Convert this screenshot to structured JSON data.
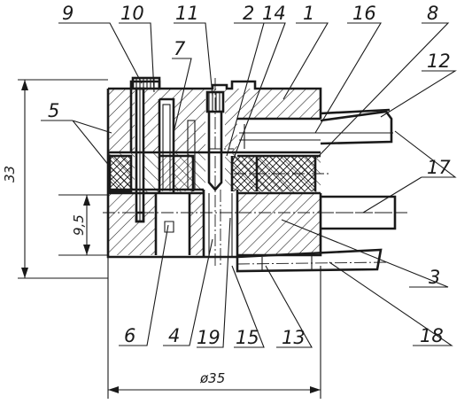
{
  "part_labels": {
    "p9": "9",
    "p10": "10",
    "p11": "11",
    "p2": "2",
    "p14": "14",
    "p1": "1",
    "p16": "16",
    "p8": "8",
    "p7": "7",
    "p12": "12",
    "p5": "5",
    "p17": "17",
    "p6": "6",
    "p4": "4",
    "p19": "19",
    "p15": "15",
    "p13": "13",
    "p3": "3",
    "p18": "18"
  },
  "dimensions": {
    "height": "33",
    "lower_height": "9,5",
    "diameter": "ø35"
  },
  "colors": {
    "ink": "#1a1a1a",
    "paper": "#ffffff"
  }
}
